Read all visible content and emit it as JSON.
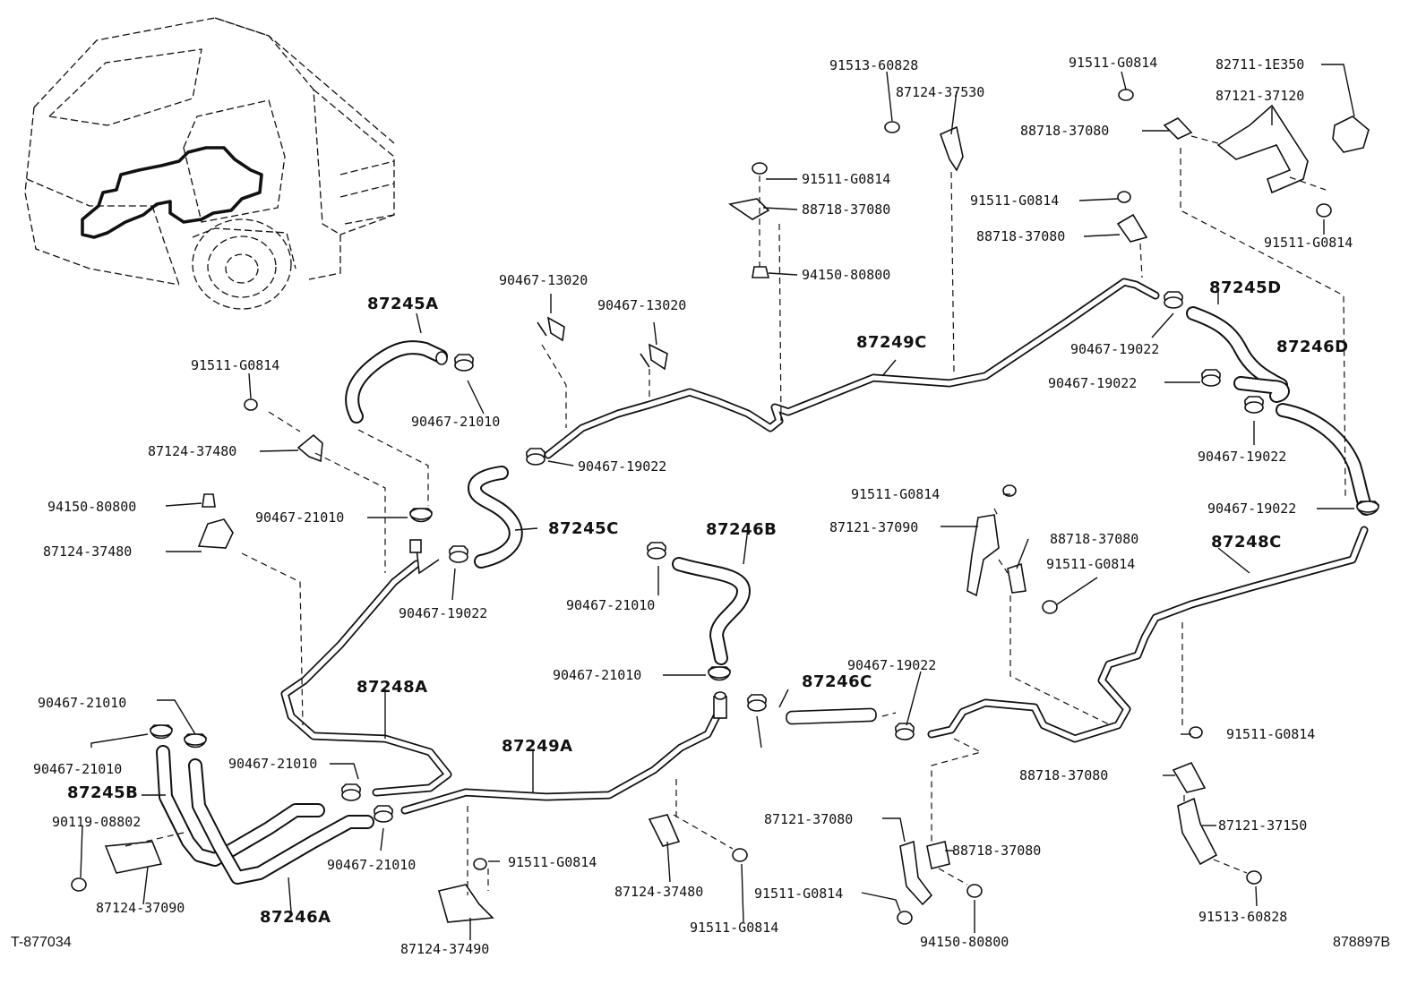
{
  "diagram": {
    "corner_left": "T-877034",
    "corner_right": "878897B",
    "hose_labels": {
      "h87245A": "87245A",
      "h87245B": "87245B",
      "h87245C": "87245C",
      "h87245D": "87245D",
      "h87246A": "87246A",
      "h87246B": "87246B",
      "h87246C": "87246C",
      "h87246D": "87246D",
      "h87248A": "87248A",
      "h87248C": "87248C",
      "h87249A": "87249A",
      "h87249C": "87249C"
    },
    "part_labels": {
      "p01": "91513-60828",
      "p02": "87124-37530",
      "p03": "91511-G0814",
      "p04": "88718-37080",
      "p05": "94150-80800",
      "p06": "91511-G0814",
      "p07": "88718-37080",
      "p08": "87121-37120",
      "p09": "82711-1E350",
      "p10": "91511-G0814",
      "p11": "88718-37080",
      "p12": "91511-G0814",
      "p13": "90467-13020",
      "p14": "90467-13020",
      "p15": "91511-G0814",
      "p16": "90467-21010",
      "p17": "87124-37480",
      "p18": "90467-19022",
      "p19": "90467-19022",
      "p20": "90467-19022",
      "p21": "90467-19022",
      "p22": "94150-80800",
      "p23": "90467-21010",
      "p24": "87124-37480",
      "p25": "90467-19022",
      "p26": "91511-G0814",
      "p27": "87121-37090",
      "p28": "88718-37080",
      "p29": "91511-G0814",
      "p30": "90467-21010",
      "p31": "90467-21010",
      "p32": "90467-19022",
      "p33": "90467-21010",
      "p34": "90467-21010",
      "p35": "90467-21010",
      "p36": "90467-19022",
      "p37": "91511-G0814",
      "p38": "90467-21010",
      "p39": "88718-37080",
      "p40": "90119-08802",
      "p41": "87121-37080",
      "p42": "88718-37080",
      "p43": "87121-37150",
      "p44": "87124-37090",
      "p45": "91511-G0814",
      "p46": "87124-37480",
      "p47": "91511-G0814",
      "p48": "94150-80800",
      "p49": "91513-60828",
      "p50": "87124-37490",
      "p51": "91511-G0814"
    }
  }
}
